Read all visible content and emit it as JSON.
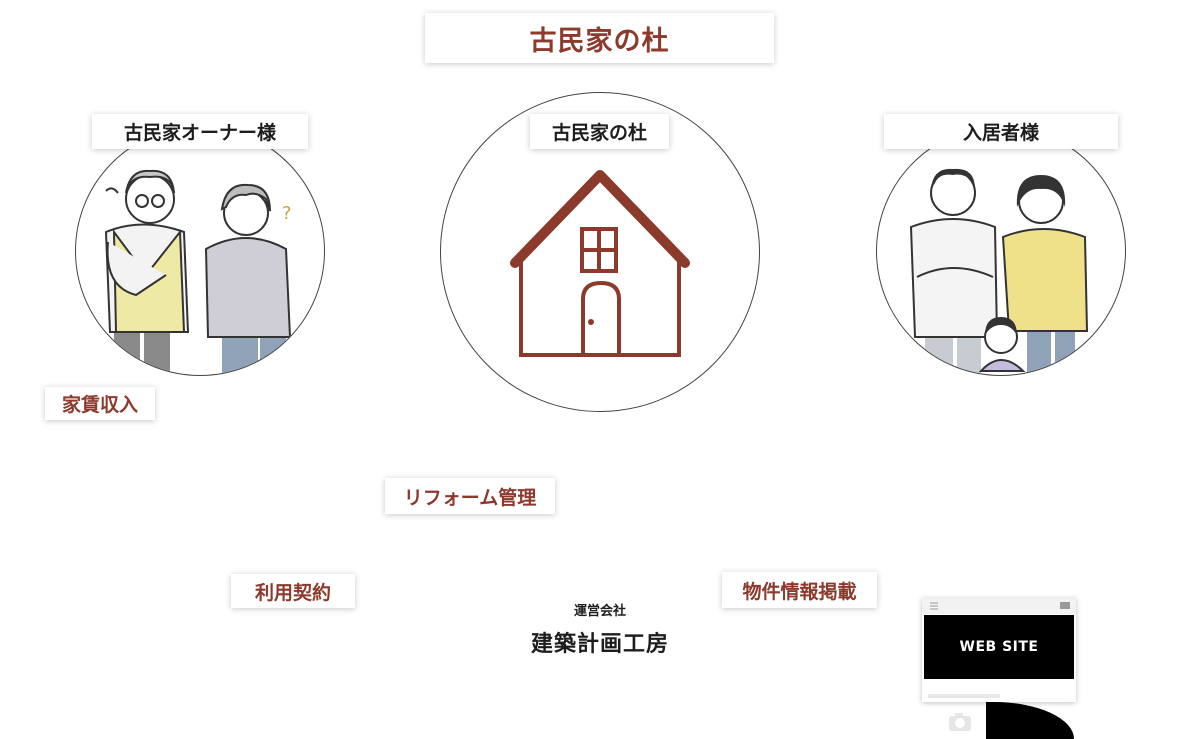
{
  "title": "古民家の杜",
  "owner": {
    "label": "古民家オーナー様"
  },
  "center": {
    "label": "古民家の杜"
  },
  "resident": {
    "label": "入居者様"
  },
  "flows": {
    "rent_income": "家賃収入",
    "reform_management": "リフォーム管理",
    "usage_contract": "利用契約",
    "property_listing": "物件情報掲載"
  },
  "company": {
    "caption": "運営会社",
    "name": "建築計画工房"
  },
  "website": {
    "label": "WEB SITE"
  },
  "icons": [
    "house-icon",
    "owner-couple-illustration",
    "resident-family-illustration",
    "camera-icon",
    "menu-icon"
  ],
  "colors": {
    "accent": "#8b3a2b",
    "text": "#1d1d1d"
  }
}
